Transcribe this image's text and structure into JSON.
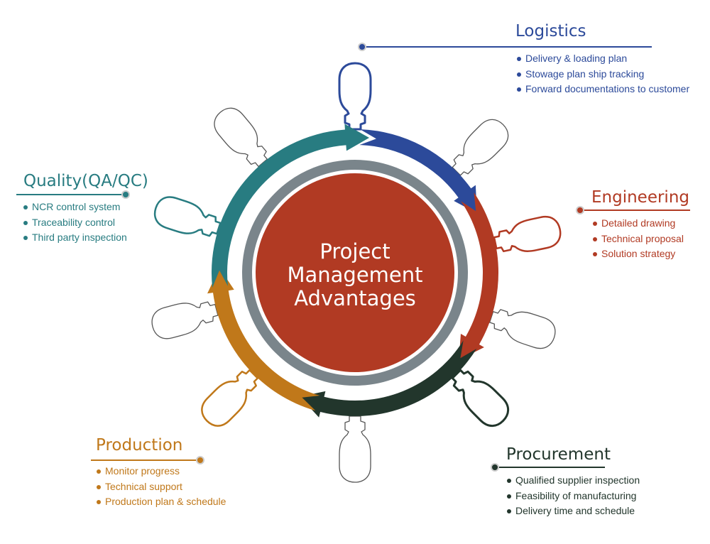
{
  "center": {
    "line1": "Project",
    "line2": "Management",
    "line3": "Advantages"
  },
  "colors": {
    "logistics": "#2c4a9a",
    "engineering": "#b13a23",
    "procurement": "#22362c",
    "production": "#c0781a",
    "quality": "#287c81",
    "inner_ring": "#7a858b",
    "center_circle": "#b13a23",
    "handle_outline": "#555555"
  },
  "sections": {
    "logistics": {
      "title": "Logistics",
      "items": [
        "Delivery & loading plan",
        "Stowage plan ship tracking",
        "Forward documentations to customer"
      ]
    },
    "engineering": {
      "title": "Engineering",
      "items": [
        "Detailed drawing",
        "Technical proposal",
        "Solution strategy"
      ]
    },
    "procurement": {
      "title": "Procurement",
      "items": [
        "Qualified supplier inspection",
        "Feasibility of manufacturing",
        "Delivery time and schedule"
      ]
    },
    "production": {
      "title": "Production",
      "items": [
        "Monitor progress",
        "Technical support",
        "Production plan & schedule"
      ]
    },
    "quality": {
      "title": "Quality(QA/QC)",
      "items": [
        "NCR control system",
        "Traceability control",
        "Third party inspection"
      ]
    }
  }
}
